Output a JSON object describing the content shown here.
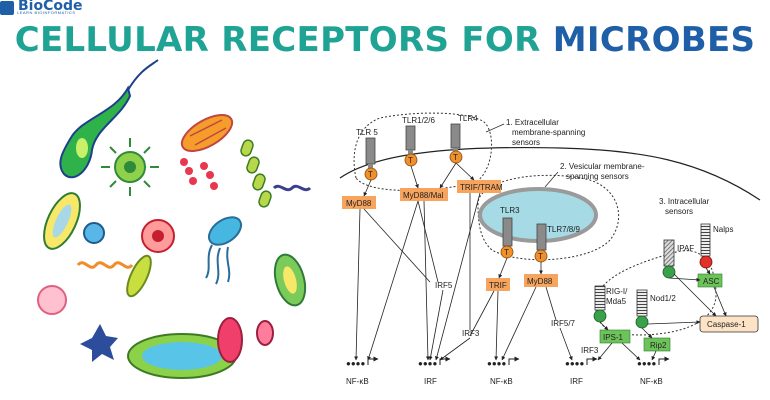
{
  "header": {
    "logo_text": "BioCode",
    "logo_tagline": "LEARN BIOINFORMATICS",
    "title_part1": "CELLULAR RECEPTORS FOR ",
    "title_part2": "MICROBES"
  },
  "colors": {
    "title_teal": "#1fa394",
    "title_blue": "#1f5fa8",
    "adaptor_orange": "#f7a45e",
    "adaptor_green": "#6cc35a",
    "vesicle": "#a6dbe6",
    "caspase": "#fde3c5"
  },
  "diagram": {
    "annotations": {
      "extracellular": [
        "1. Extracellular",
        "membrane-spanning",
        "sensors"
      ],
      "vesicular": [
        "2. Vesicular membrane-",
        "spanning sensors"
      ],
      "intracellular": [
        "3. Intracellular",
        "sensors"
      ]
    },
    "receptors": {
      "tlr5": "TLR 5",
      "tlr126": "TLR1/2/6",
      "tlr4": "TLR4",
      "tlr3": "TLR3",
      "tlr789": "TLR7/8/9",
      "nalps": "Nalps",
      "ipaf": "IPAF",
      "rigi_line1": "RIG-I/",
      "rigi_line2": "Mda5",
      "nod12": "Nod1/2"
    },
    "tir_label": "T",
    "adaptors": {
      "myd88_a": "MyD88",
      "myd88mal": "MyD88/Mal",
      "triftram": "TRIF/TRAM",
      "trif": "TRIF",
      "myd88_b": "MyD88",
      "asc": "ASC",
      "ips1": "IPS-1",
      "rip2": "Rip2",
      "caspase1": "Caspase-1"
    },
    "mediators": {
      "irf5": "IRF5",
      "irf3_a": "IRF3",
      "irf57": "IRF5/7",
      "irf3_b": "IRF3"
    },
    "outputs": [
      "NF-κB",
      "IRF",
      "NF-κB",
      "IRF",
      "NF-κB"
    ]
  }
}
